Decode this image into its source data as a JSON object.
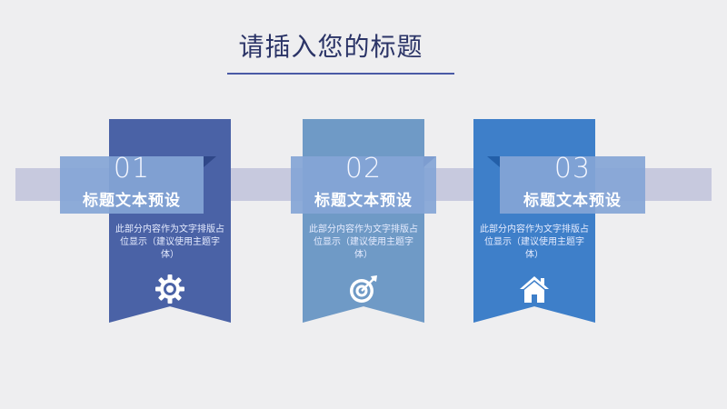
{
  "slide": {
    "title": "请插入您的标题"
  },
  "cards": [
    {
      "number": "01",
      "heading": "标题文本预设",
      "description": "此部分内容作为文字排版占位显示（建议使用主题字体）",
      "icon": "gear-icon"
    },
    {
      "number": "02",
      "heading": "标题文本预设",
      "description": "此部分内容作为文字排版占位显示（建议使用主题字体）",
      "icon": "target-icon"
    },
    {
      "number": "03",
      "heading": "标题文本预设",
      "description": "此部分内容作为文字排版占位显示（建议使用主题字体）",
      "icon": "home-icon"
    }
  ],
  "colors": {
    "card1": "#4a62a6",
    "card2": "#6f9ac6",
    "card3": "#3e7fc9",
    "banner": "#84a5d6",
    "band": "#c7c9de",
    "title": "#2b3467"
  }
}
